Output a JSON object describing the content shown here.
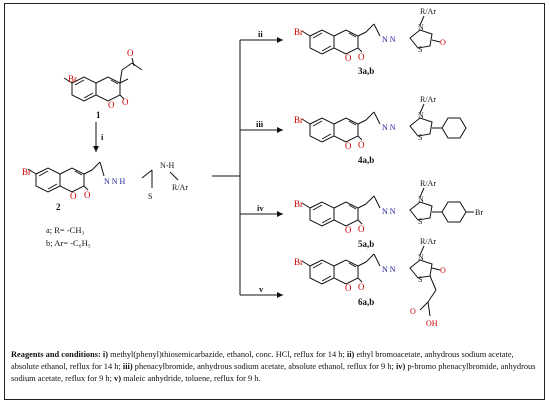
{
  "compounds": {
    "c1": "1",
    "c2": "2",
    "c3": "3a,b",
    "c4": "4a,b",
    "c5": "5a,b",
    "c6": "6a,b"
  },
  "substituents": {
    "a": "a; R= -CH₃",
    "b": "b; Ar= -C₆H₅"
  },
  "steps": {
    "i": "i",
    "ii": "ii",
    "iii": "iii",
    "iv": "iv",
    "v": "v"
  },
  "scheme": {
    "br": "Br",
    "o": "O",
    "oh": "OH",
    "s": "S",
    "n": "N",
    "nh": "N-H",
    "nn": "N  N",
    "nnh": "N  N  H",
    "rar": "R/Ar"
  },
  "caption": {
    "heading": "Reagents and conditions:",
    "i_marker": "i)",
    "i_text": "methyl(phenyl)thiosemicarbazide, ethanol, conc. HCl, reflux for 14 h;",
    "ii_marker": "ii)",
    "ii_text": "ethyl bromoacetate, anhydrous sodium acetate, absolute ethanol, reflux for 14 h;",
    "iii_marker": "iii)",
    "iii_text": "phenacylbromide, anhydrous sodium acetate, absolute ethanol, reflux for 9 h;",
    "iv_marker": "iv)",
    "iv_text": "p-bromo phenacylbromide, anhydrous sodium acetate, reflux for 9 h;",
    "v_marker": "v)",
    "v_text": "maleic anhydride, toluene, reflux for 9 h."
  },
  "colors": {
    "heteroatom": "#cc0000",
    "azine": "#1a1a99",
    "bond": "#111111"
  }
}
